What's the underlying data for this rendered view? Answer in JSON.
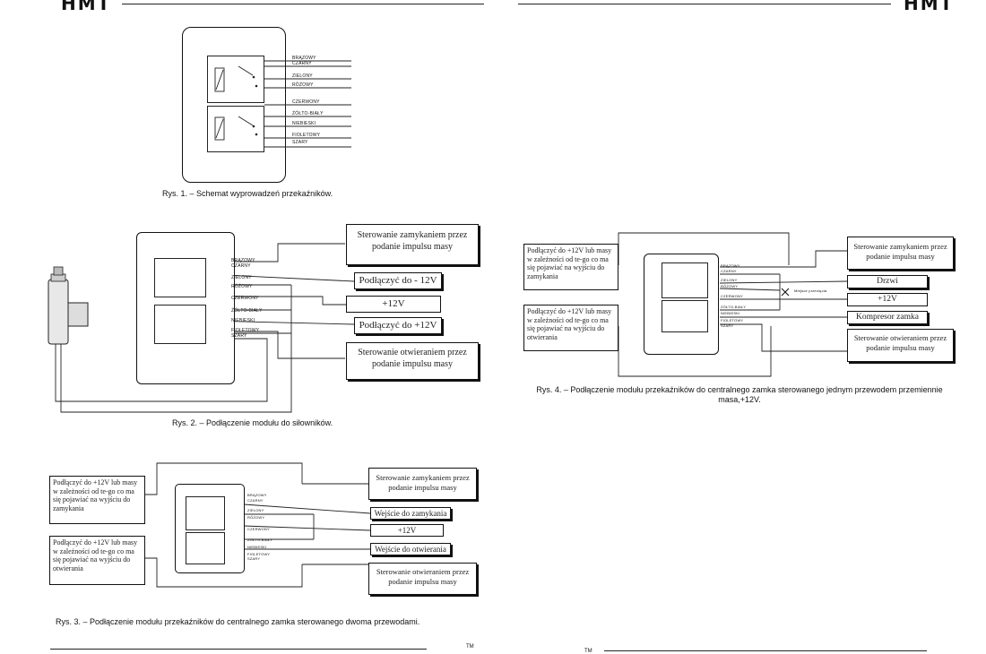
{
  "header": {
    "brand": "HMT"
  },
  "wire_colors": {
    "relay1": [
      "BRĄZOWY",
      "CZARNY",
      "ZIELONY",
      "RÓŻOWY"
    ],
    "relay2": [
      "CZERWONY",
      "ŻÓŁTO-BIAŁY",
      "NIEBIESKI",
      "FIOLETOWY",
      "SZARY"
    ]
  },
  "fig1": {
    "caption": "Rys. 1. – Schemat wyprowadzeń przekaźników."
  },
  "fig2": {
    "caption": "Rys. 2. – Podłączenie modułu do siłowników.",
    "ctrl_close": "Sterowanie zamykaniem przez podanie impulsu masy",
    "connect_minus": "Podłączyć do - 12V",
    "plus12": "+12V",
    "connect_plus": "Podłączyć do +12V",
    "ctrl_open": "Sterowanie otwieraniem przez podanie impulsu masy"
  },
  "fig3": {
    "caption": "Rys. 3. – Podłączenie modułu przekaźników do centralnego zamka sterowanego dwoma przewodami.",
    "note_close": "Podłączyć do +12V lub masy w zależności od te-go co ma się pojawiać na wyjściu do zamykania",
    "note_open": "Podłączyć do +12V lub masy w zależności od te-go co ma się pojawiać na wyjściu do otwierania",
    "ctrl_close": "Sterowanie zamykaniem przez podanie impulsu masy",
    "input_close": "Wejście do zamykania",
    "plus12": "+12V",
    "input_open": "Wejście do otwierania",
    "ctrl_open": "Sterowanie otwieraniem przez podanie impulsu masy"
  },
  "fig4": {
    "caption": "Rys. 4. – Podłączenie modułu przekaźników do centralnego zamka sterowanego jednym przewodem przemiennie masa,+12V.",
    "note_close": "Podłączyć do +12V lub masy w zależności od te-go co ma się pojawiać na wyjściu do zamykania",
    "note_open": "Podłączyć do +12V lub masy w zależności od te-go co ma się pojawiać na wyjściu do otwierania",
    "ctrl_close": "Sterowanie zamykaniem przez podanie impulsu masy",
    "doors": "Drzwi",
    "plus12": "+12V",
    "lock_compressor": "Kompresor zamka",
    "ctrl_open": "Sterowanie otwieraniem przez podanie impulsu masy",
    "cut_label": "Miejsce przecięcia"
  },
  "footer": {
    "tm": "TM"
  }
}
